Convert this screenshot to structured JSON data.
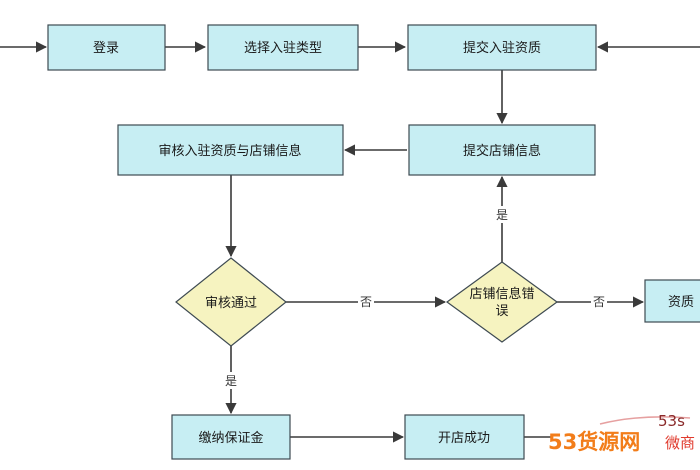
{
  "diagram": {
    "nodes": {
      "login": "登录",
      "select_type": "选择入驻类型",
      "submit_qualification": "提交入驻资质",
      "review": "审核入驻资质与店铺信息",
      "submit_store_info": "提交店铺信息",
      "review_pass": "审核通过",
      "store_info_error_line1": "店铺信息错",
      "store_info_error_line2": "误",
      "qualification_partial": "资质",
      "pay_deposit": "缴纳保证金",
      "store_opened": "开店成功"
    },
    "edge_labels": {
      "no_to_error": "否",
      "no_to_qualification": "否",
      "yes_to_submit_store": "是",
      "yes_to_deposit": "是"
    }
  },
  "watermark": {
    "text_main": "53货源网",
    "text_side": "微商",
    "text_top": "53s",
    "colors": {
      "main": "#f27d1a",
      "side": "#e03a2d"
    }
  }
}
